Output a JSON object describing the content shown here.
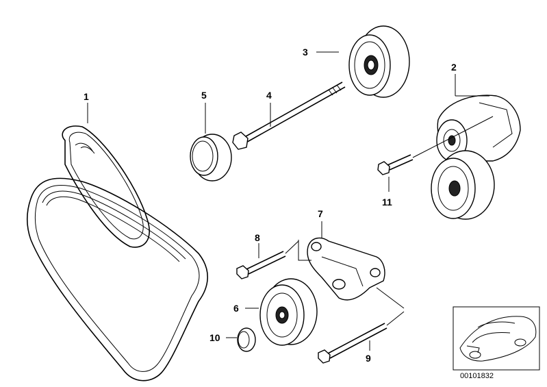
{
  "parts": [
    {
      "id": "belt",
      "number": "1"
    },
    {
      "id": "tensioner",
      "number": "2"
    },
    {
      "id": "tensioner-pulley",
      "number": "3"
    },
    {
      "id": "long-bolt",
      "number": "4"
    },
    {
      "id": "cap",
      "number": "5"
    },
    {
      "id": "idler-pulley",
      "number": "6"
    },
    {
      "id": "bracket",
      "number": "7"
    },
    {
      "id": "bolt-8",
      "number": "8"
    },
    {
      "id": "bolt-9",
      "number": "9"
    },
    {
      "id": "cover-cap",
      "number": "10"
    },
    {
      "id": "bolt-11",
      "number": "11"
    }
  ],
  "thumbnail": {
    "code": "00101832"
  }
}
